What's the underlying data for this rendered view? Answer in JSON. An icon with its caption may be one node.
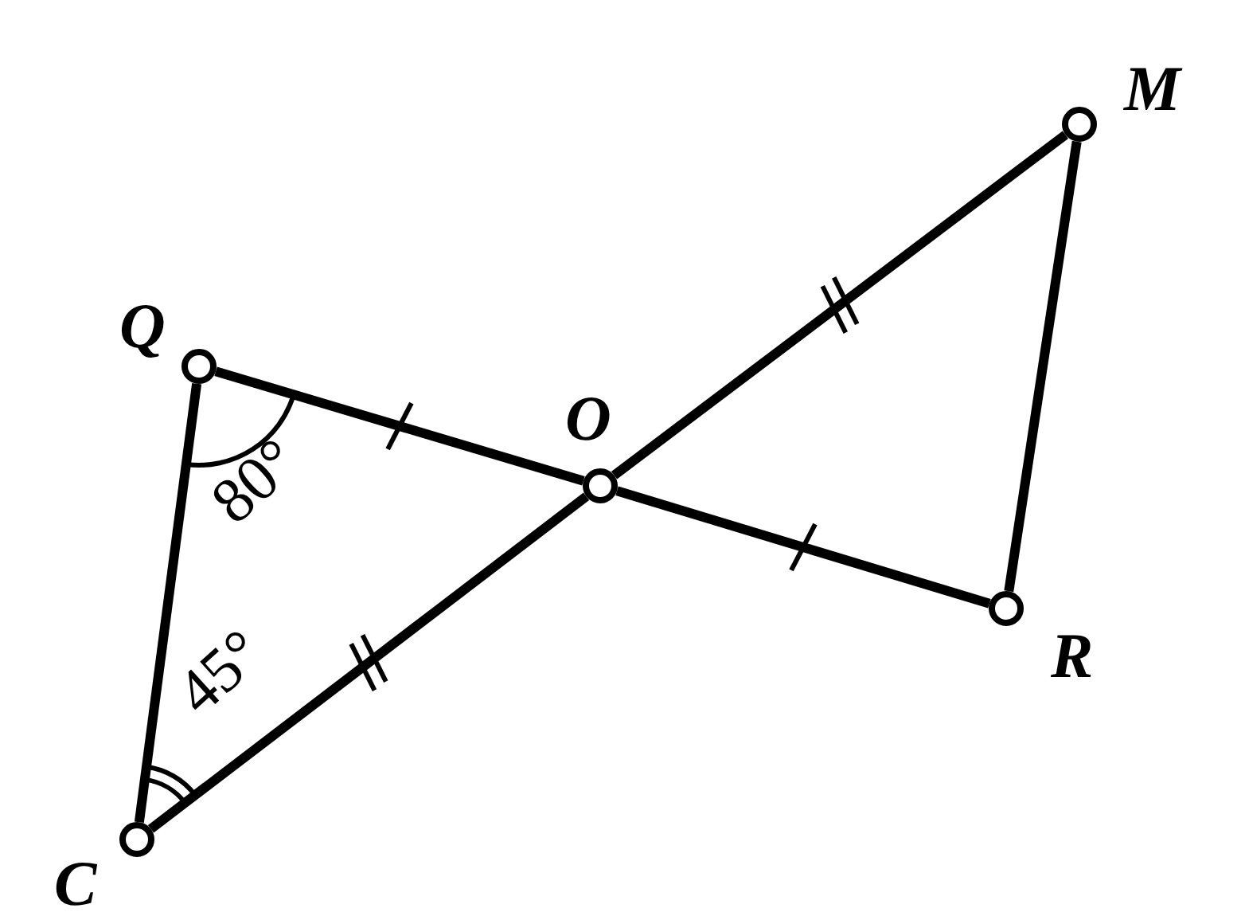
{
  "diagram": {
    "nodes": [
      {
        "text": [
          "Q"
        ]
      },
      {
        "text": [
          "O"
        ]
      },
      {
        "text": [
          "M"
        ]
      },
      {
        "text": [
          "R"
        ]
      },
      {
        "text": [
          "C"
        ]
      }
    ],
    "edges": [
      {
        "from": 0,
        "to": 1,
        "arrow": "none"
      },
      {
        "from": 1,
        "to": 3,
        "arrow": "none"
      },
      {
        "from": 4,
        "to": 1,
        "arrow": "none"
      },
      {
        "from": 1,
        "to": 2,
        "arrow": "none"
      },
      {
        "from": 2,
        "to": 3,
        "arrow": "none"
      },
      {
        "from": 0,
        "to": 4,
        "arrow": "none"
      }
    ],
    "labels": [
      "80°",
      "45°"
    ]
  }
}
